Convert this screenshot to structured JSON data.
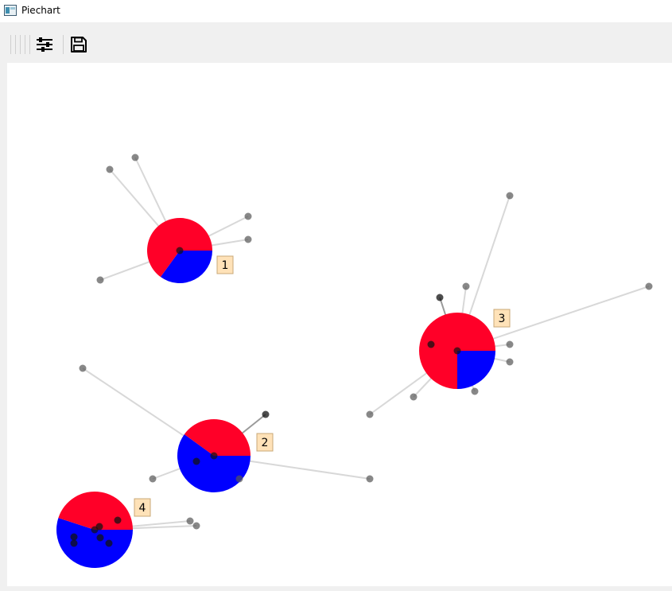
{
  "window": {
    "title": "Piechart"
  },
  "toolbar": {
    "buttons": [
      {
        "name": "configure-subplots-button",
        "icon": "sliders-icon"
      },
      {
        "name": "save-button",
        "icon": "floppy-disk-icon"
      }
    ]
  },
  "colors": {
    "slice_a": "#ff0028",
    "slice_b": "#0000ff",
    "point": "#555555",
    "point_dark": "#111111",
    "edge": "#d8d8d8",
    "label_bg": "#ffe2b8",
    "label_border": "#c9a877"
  },
  "chart_data": {
    "type": "scatter",
    "nodes": [
      {
        "label": "1",
        "fractions": [
          0.65,
          0.35
        ],
        "start_angle_deg": 0
      },
      {
        "label": "2",
        "fractions": [
          0.4,
          0.6
        ],
        "start_angle_deg": 0
      },
      {
        "label": "3",
        "fractions": [
          0.75,
          0.25
        ],
        "start_angle_deg": 0
      },
      {
        "label": "4",
        "fractions": [
          0.45,
          0.55
        ],
        "start_angle_deg": 0
      }
    ]
  }
}
